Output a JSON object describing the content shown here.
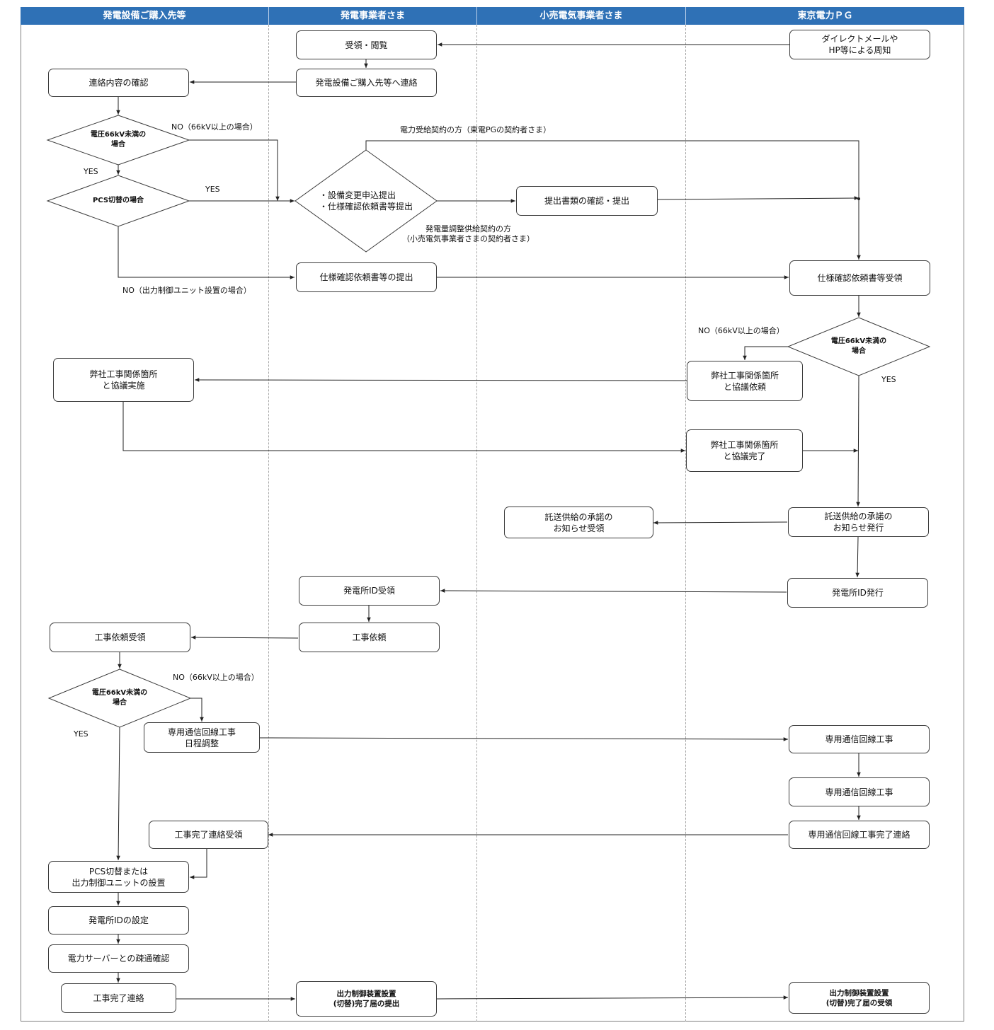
{
  "lanes": [
    "発電設備ご購入先等",
    "発電事業者さま",
    "小売電気事業者さま",
    "東京電力ＰＧ"
  ],
  "boxes": {
    "dm": "ダイレクトメールや\nHP等による周知",
    "receive_view": "受領・閲覧",
    "contact_vendor": "発電設備ご購入先等へ連絡",
    "confirm_contact": "連絡内容の確認",
    "confirm_submit": "提出書類の確認・提出",
    "spec_submit": "仕様確認依頼書等の提出",
    "spec_receive": "仕様確認依頼書等受領",
    "consult_done_vendor": "弊社工事関係箇所\nと協議実施",
    "consult_request": "弊社工事関係箇所\nと協議依頼",
    "consult_complete": "弊社工事関係箇所\nと協議完了",
    "notice_receive": "託送供給の承諾の\nお知らせ受領",
    "notice_issue": "託送供給の承諾の\nお知らせ発行",
    "plant_id_receive": "発電所ID受領",
    "plant_id_issue": "発電所ID発行",
    "work_request_receive": "工事依頼受領",
    "work_request": "工事依頼",
    "line_schedule": "専用通信回線工事\n日程調整",
    "line_work_1": "専用通信回線工事",
    "line_work_2": "専用通信回線工事",
    "work_done_receive": "工事完了連絡受領",
    "line_done_contact": "専用通信回線工事完了連絡",
    "pcs_install": "PCS切替または\n出力制御ユニットの設置",
    "plant_id_setting": "発電所IDの設定",
    "server_check": "電力サーバーとの疎通確認",
    "work_done_contact": "工事完了連絡",
    "report_submit": "出力制御装置設置\n(切替)完了届の提出",
    "report_receive": "出力制御装置設置\n(切替)完了届の受領"
  },
  "diamonds": {
    "d1": "電圧66kV未満の\n場合",
    "d2": "PCS切替の場合",
    "d3": "・設備変更申込提出\n・仕様確認依頼書等提出",
    "d4": "電圧66kV未満の\n場合",
    "d5": "電圧66kV未満の\n場合"
  },
  "labels": {
    "no_66_a": "NO（66kV以上の場合）",
    "yes_a": "YES",
    "yes_b": "YES",
    "contract_tepco": "電力受給契約の方（東電PGの契約者さま）",
    "contract_retail": "発電量調整供給契約の方\n（小売電気事業者さまの契約者さま）",
    "no_unit": "NO（出力制御ユニット設置の場合）",
    "no_66_b": "NO（66kV以上の場合）",
    "yes_c": "YES",
    "no_66_c": "NO（66kV以上の場合）",
    "yes_d": "YES"
  }
}
